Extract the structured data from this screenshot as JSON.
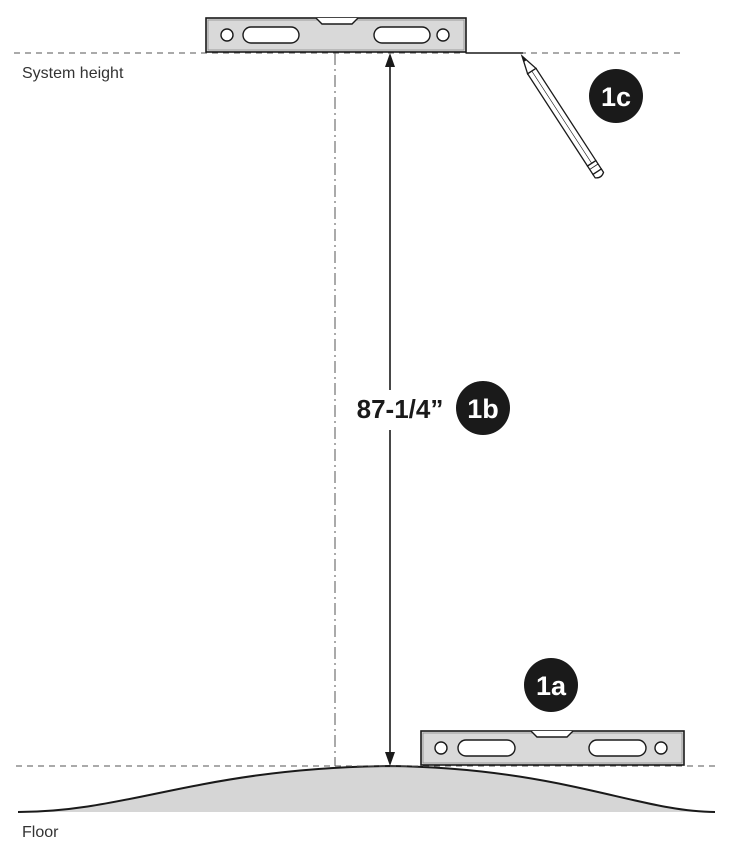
{
  "labels": {
    "system_height": "System height",
    "floor": "Floor",
    "dimension": "87-1/4”"
  },
  "steps": {
    "step_1a": "1a",
    "step_1b": "1b",
    "step_1c": "1c"
  },
  "icons": {
    "top_level": "spirit-level-icon",
    "bottom_level": "spirit-level-icon",
    "pencil": "pencil-icon"
  },
  "colors": {
    "line": "#1a1a1a",
    "level_fill": "#d9d9d9",
    "floor_fill": "#d6d6d6",
    "badge": "#1a1a1a",
    "text": "#333333"
  }
}
